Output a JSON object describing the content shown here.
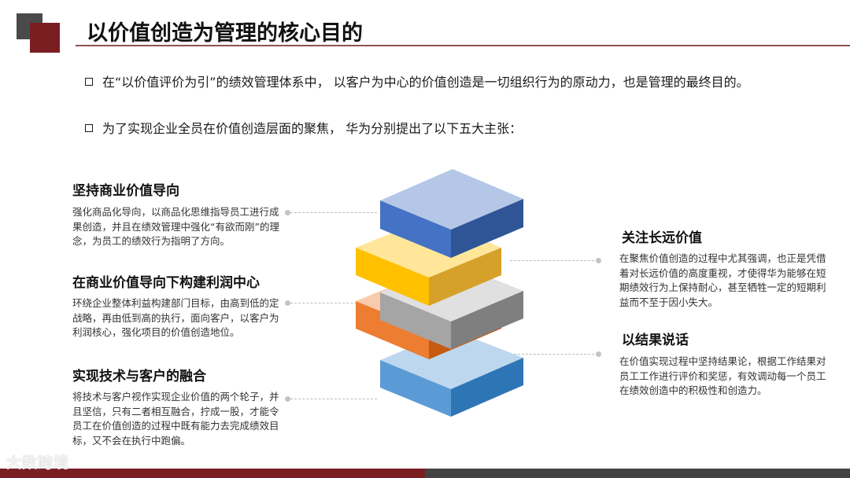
{
  "slide": {
    "title": "以价值创造为管理的核心目的",
    "bullets": [
      "在“以价值评价为引”的绩效管理体系中， 以客户为中心的价值创造是一切组织行为的原动力，也是管理的最终目的。",
      "为了实现企业全员在价值创造层面的聚焦， 华为分别提出了以下五大主张："
    ]
  },
  "left_items": [
    {
      "title": "坚持商业价值导向",
      "body": "强化商品化导向，以商品化思维指导员工进行成果创造，并且在绩效管理中强化“有欲而刚”的理念，为员工的绩效行为指明了方向。"
    },
    {
      "title": "在商业价值导向下构建利润中心",
      "body": "环绕企业整体利益构建部门目标，由高到低的定战略，再由低到高的执行，面向客户，以客户为利润核心，强化项目的价值创造地位。"
    },
    {
      "title": "实现技术与客户的融合",
      "body": "将技术与客户视作实现企业价值的两个轮子，并且坚信，只有二者相互融合，拧成一股，才能令员工在价值创造的过程中既有能力去完成绩效目标，又不会在执行中跑偏。"
    }
  ],
  "right_items": [
    {
      "title": "关注长远价值",
      "body": "在聚焦价值创造的过程中尤其强调，也正是凭借着对长远价值的高度重视，才使得华为能够在短期绩效行为上保持耐心，甚至牺牲一定的短期利益而不至于因小失大。"
    },
    {
      "title": "以结果说话",
      "body": "在价值实现过程中坚持结果论，根据工作结果对员工工作进行评价和奖惩，有效调动每一个员工在绩效创造中的积极性和创造力。"
    }
  ],
  "stack_layers": [
    {
      "name": "blue-top",
      "top": "#b4c7e7",
      "left": "#4472c4",
      "right": "#2f5597"
    },
    {
      "name": "yellow",
      "top": "#ffe699",
      "left": "#ffc000",
      "right": "#d6a12a"
    },
    {
      "name": "gray",
      "top": "#e0e0e0",
      "left": "#a5a5a5",
      "right": "#7f7f7f"
    },
    {
      "name": "orange",
      "top": "#f8cbad",
      "left": "#ed7d31",
      "right": "#c55a11"
    },
    {
      "name": "light-blue",
      "top": "#bdd7ee",
      "left": "#5b9bd5",
      "right": "#2e75b6"
    }
  ],
  "watermark": "大数跨境",
  "colors": {
    "brand_red": "#7a1e22",
    "brand_gray": "#434343",
    "rule": "#8c5450"
  }
}
